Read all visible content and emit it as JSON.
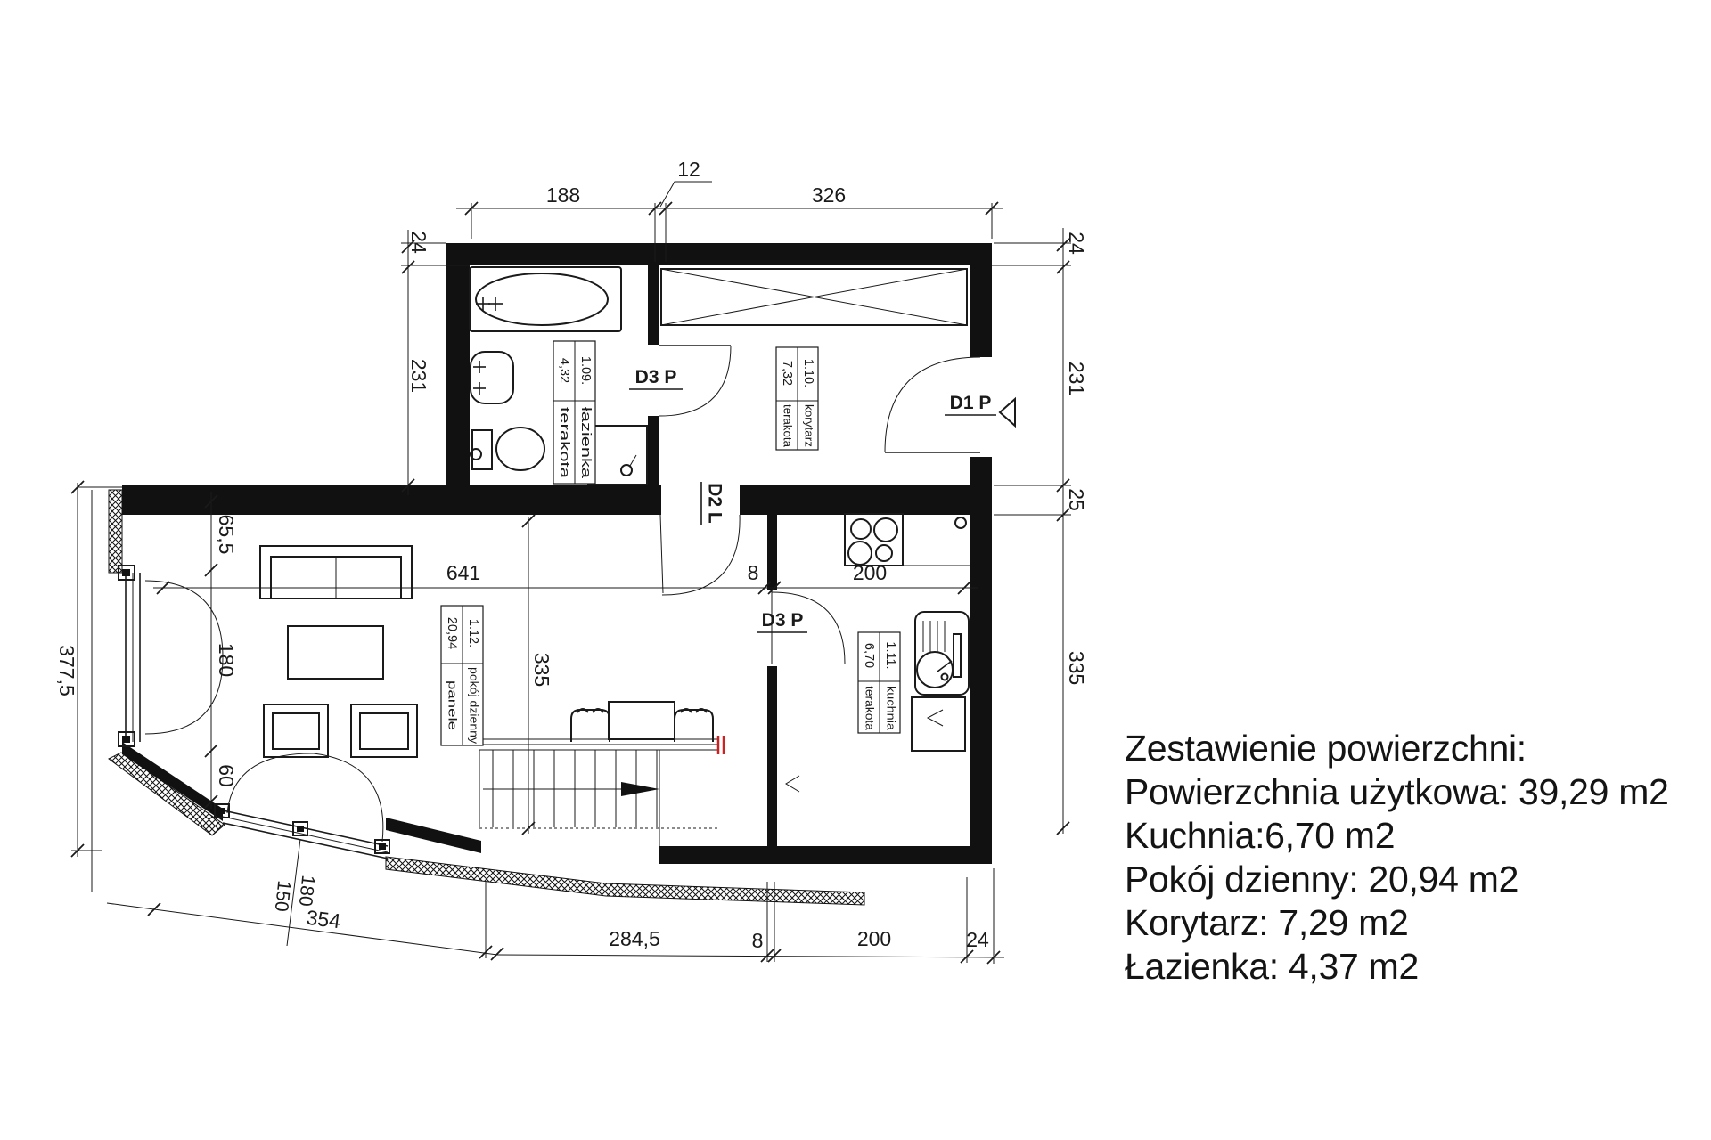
{
  "colors": {
    "line": "#1a1a1a",
    "red": "#cc2222"
  },
  "summary": {
    "title": "Zestawienie powierzchni:",
    "lines": [
      "Powierzchnia użytkowa: 39,29 m2",
      "Kuchnia:6,70 m2",
      "Pokój dzienny: 20,94 m2",
      "Korytarz: 7,29 m2",
      "Łazienka: 4,37 m2"
    ]
  },
  "rooms": [
    {
      "number": "1.09.",
      "name": "łazienka",
      "area": "4,32",
      "floor": "terakota"
    },
    {
      "number": "1.10.",
      "name": "korytarz",
      "area": "7,32",
      "floor": "terakota"
    },
    {
      "number": "1.11.",
      "name": "kuchnia",
      "area": "6,70",
      "floor": "terakota"
    },
    {
      "number": "1.12.",
      "name": "pokój dzienny",
      "area": "20,94",
      "floor": "panele"
    }
  ],
  "doors": {
    "bathroom": "D3 P",
    "entrance": "D1 P",
    "living": "D2 L",
    "kitchen": "D3 P"
  },
  "dims": {
    "top": [
      "188",
      "12",
      "326"
    ],
    "left": [
      "24",
      "231"
    ],
    "right": [
      "24",
      "231",
      "25",
      "335"
    ],
    "outer_left": "377,5",
    "chain_left": [
      "65,5",
      "180",
      "60"
    ],
    "interior": [
      "641",
      "8",
      "200"
    ],
    "living_height": "335",
    "balcony_door": [
      "180",
      "150"
    ],
    "bottom": [
      "354",
      "284,5",
      "8",
      "200",
      "24"
    ]
  }
}
